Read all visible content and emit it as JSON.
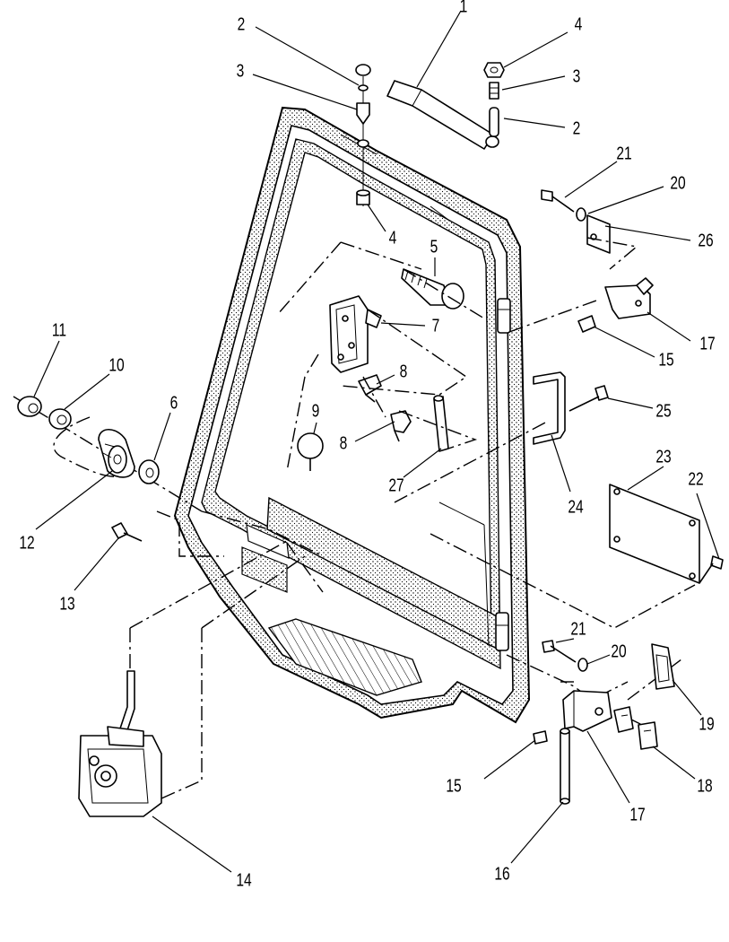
{
  "callouts": [
    {
      "label": "1"
    },
    {
      "label": "2"
    },
    {
      "label": "3"
    },
    {
      "label": "4"
    },
    {
      "label": "3"
    },
    {
      "label": "2"
    },
    {
      "label": "21"
    },
    {
      "label": "20"
    },
    {
      "label": "26"
    },
    {
      "label": "4"
    },
    {
      "label": "5"
    },
    {
      "label": "7"
    },
    {
      "label": "17"
    },
    {
      "label": "15"
    },
    {
      "label": "8"
    },
    {
      "label": "8"
    },
    {
      "label": "9"
    },
    {
      "label": "27"
    },
    {
      "label": "25"
    },
    {
      "label": "24"
    },
    {
      "label": "11"
    },
    {
      "label": "10"
    },
    {
      "label": "6"
    },
    {
      "label": "12"
    },
    {
      "label": "13"
    },
    {
      "label": "23"
    },
    {
      "label": "22"
    },
    {
      "label": "21"
    },
    {
      "label": "20"
    },
    {
      "label": "19"
    },
    {
      "label": "18"
    },
    {
      "label": "17"
    },
    {
      "label": "15"
    },
    {
      "label": "16"
    },
    {
      "label": "14"
    }
  ]
}
